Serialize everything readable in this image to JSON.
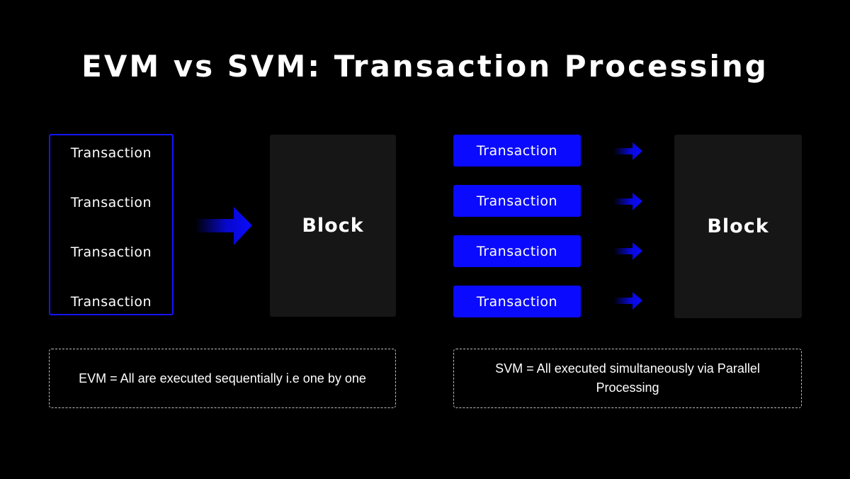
{
  "title": "EVM vs SVM: Transaction Processing",
  "evm": {
    "transactions": [
      "Transaction",
      "Transaction",
      "Transaction",
      "Transaction"
    ],
    "block_label": "Block",
    "caption": "EVM = All are executed sequentially i.e one by one"
  },
  "svm": {
    "transactions": [
      "Transaction",
      "Transaction",
      "Transaction",
      "Transaction"
    ],
    "block_label": "Block",
    "caption": "SVM = All executed simultaneously via Parallel Processing"
  },
  "colors": {
    "background": "#000000",
    "accent_blue": "#0a0aff",
    "border_blue": "#1414ff",
    "block_fill": "#161616",
    "text": "#ffffff",
    "dashed_border": "#bdbdbd"
  },
  "icons": {
    "flow_arrow": "arrow-right-icon"
  }
}
